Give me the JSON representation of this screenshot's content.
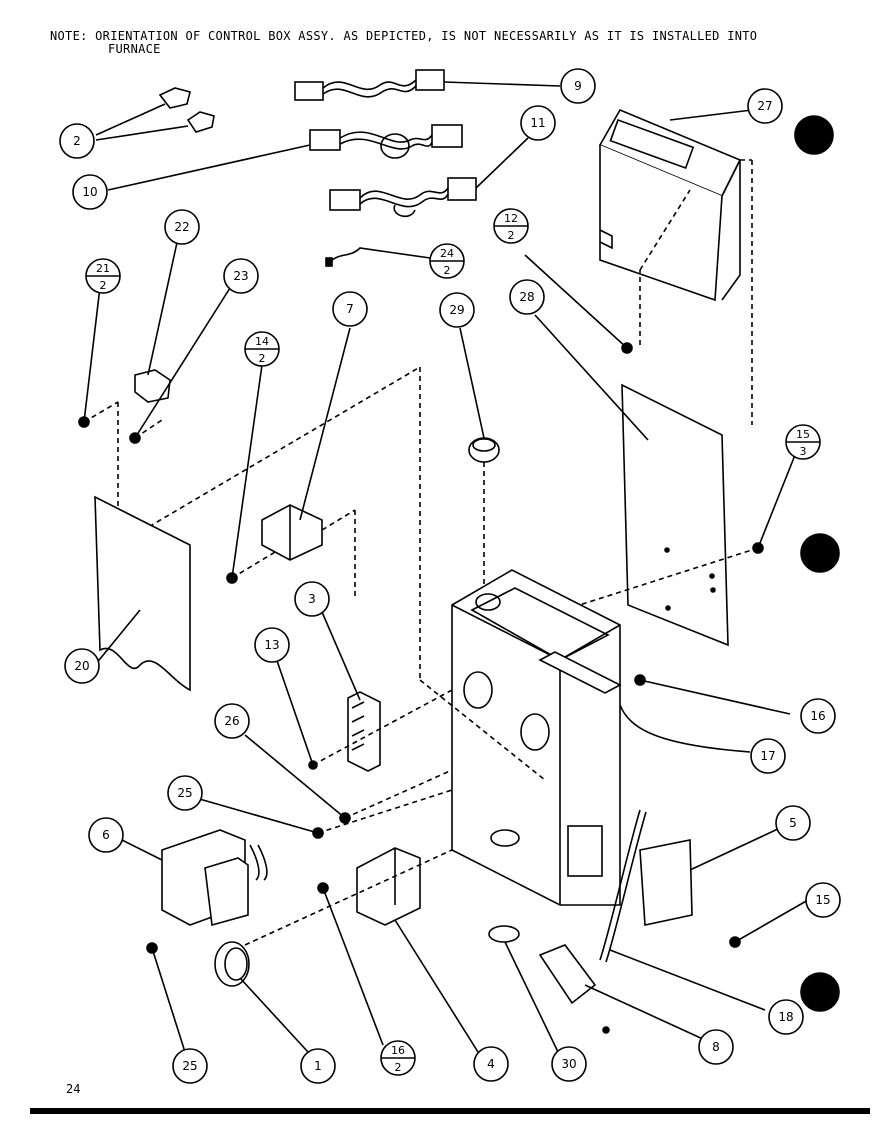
{
  "note": {
    "line1": "NOTE:  ORIENTATION OF CONTROL BOX ASSY. AS DEPICTED, IS NOT NECESSARILY AS IT IS INSTALLED INTO",
    "line2": "FURNACE"
  },
  "page_number": "24",
  "callouts": [
    {
      "id": "c9",
      "label": "9"
    },
    {
      "id": "c27",
      "label": "27"
    },
    {
      "id": "c2",
      "label": "2"
    },
    {
      "id": "c11",
      "label": "11"
    },
    {
      "id": "c10",
      "label": "10"
    },
    {
      "id": "c22",
      "label": "22"
    },
    {
      "id": "c23",
      "label": "23"
    },
    {
      "id": "c7",
      "label": "7"
    },
    {
      "id": "c29",
      "label": "29"
    },
    {
      "id": "c28",
      "label": "28"
    },
    {
      "id": "c3",
      "label": "3"
    },
    {
      "id": "c13",
      "label": "13"
    },
    {
      "id": "c20",
      "label": "20"
    },
    {
      "id": "c26",
      "label": "26"
    },
    {
      "id": "c16",
      "label": "16"
    },
    {
      "id": "c17",
      "label": "17"
    },
    {
      "id": "c5",
      "label": "5"
    },
    {
      "id": "c25a",
      "label": "25"
    },
    {
      "id": "c6",
      "label": "6"
    },
    {
      "id": "c15b",
      "label": "15"
    },
    {
      "id": "c18",
      "label": "18"
    },
    {
      "id": "c8",
      "label": "8"
    },
    {
      "id": "c25b",
      "label": "25"
    },
    {
      "id": "c1",
      "label": "1"
    },
    {
      "id": "c4",
      "label": "4"
    },
    {
      "id": "c30",
      "label": "30"
    }
  ],
  "fraction_callouts": [
    {
      "id": "f12",
      "top": "12",
      "bottom": "2"
    },
    {
      "id": "f24",
      "top": "24",
      "bottom": "2"
    },
    {
      "id": "f21",
      "top": "21",
      "bottom": "2"
    },
    {
      "id": "f14",
      "top": "14",
      "bottom": "2"
    },
    {
      "id": "f15",
      "top": "15",
      "bottom": "3"
    },
    {
      "id": "f16",
      "top": "16",
      "bottom": "2"
    }
  ]
}
